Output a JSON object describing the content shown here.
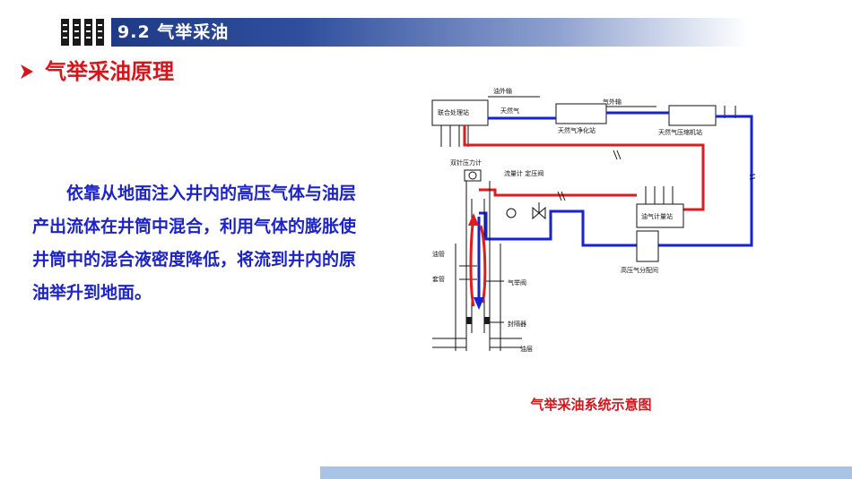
{
  "header": {
    "title": "9.2 气举采油",
    "icon": "book-stack-icon",
    "accent": "#1f3a87"
  },
  "section": {
    "title": "气举采油原理",
    "bullet_icon": "arrow-right-icon",
    "color": "#d8141b"
  },
  "body": {
    "text": "依靠从地面注入井内的高压气体与油层产出流体在井筒中混合，利用气体的膨胀使井筒中的混合液密度降低，将流到井内的原油举升到地面。",
    "color": "#1c24c8"
  },
  "diagram": {
    "labels": {
      "joint_station": "联合处理站",
      "oil_export": "油外输",
      "gas_export": "气外输",
      "natural_gas": "天然气",
      "gas_purification": "天然气净化站",
      "gas_compressor": "天然气压缩机站",
      "dual_pressure_gauge": "双针压力计",
      "flowmeter_valve": "流量计 定压阀",
      "oil_gas_metering": "油气计量站",
      "tubing": "油管",
      "casing": "套管",
      "gas_lift_valve": "气举阀",
      "packer": "封隔器",
      "oil_layer": "油层",
      "hp_gas_distribution": "高压气分配间"
    },
    "colors": {
      "gas_line": "#1522d6",
      "oil_line": "#e01b1b"
    }
  },
  "caption": "气举采油系统示意图"
}
